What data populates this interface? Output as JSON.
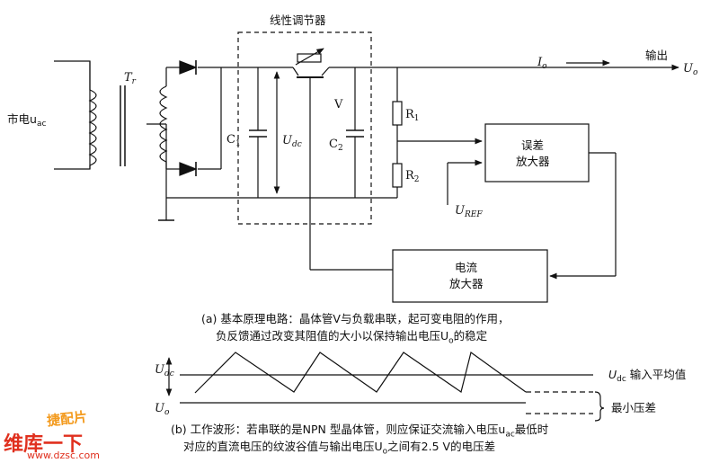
{
  "diagram": {
    "regulator_box_title": "线性调节器",
    "mains_label": "市电u",
    "mains_sub": "ac",
    "transformer_label": "T",
    "transformer_sub": "r",
    "c1_label": "C",
    "c1_sub": "1",
    "udc_label": "U",
    "udc_sub": "dc",
    "c2_label": "C",
    "c2_sub": "2",
    "transistor_label": "V",
    "r1_label": "R",
    "r1_sub": "1",
    "r2_label": "R",
    "r2_sub": "2",
    "io_label": "I",
    "io_sub": "o",
    "output_label": "输出",
    "uo_label": "U",
    "uo_sub": "o",
    "error_amp_line1": "误差",
    "error_amp_line2": "放大器",
    "uref_label": "U",
    "uref_sub": "REF",
    "current_amp_line1": "电流",
    "current_amp_line2": "放大器"
  },
  "caption_a": {
    "line1": "(a)  基本原理电路：晶体管V与负载串联，起可变电阻的作用，",
    "line2": "负反馈通过改变其阻值的大小以保持输出电压U",
    "line2_sub": "o",
    "line2_tail": "的稳定"
  },
  "waveform": {
    "udc_label": "U",
    "udc_sub": "dc",
    "uo_label": "U",
    "uo_sub": "o",
    "avg_label_prefix": "U",
    "avg_label_sub": "dc",
    "avg_label_tail": " 输入平均值",
    "min_diff_label": "最小压差"
  },
  "caption_b": {
    "line1": "(b) 工作波形：若串联的是NPN 型晶体管，则应保证交流输入电压u",
    "line1_sub": "ac",
    "line1_tail": "最低时",
    "line2": "对应的直流电压的纹波谷值与输出电压U",
    "line2_sub": "o",
    "line2_tail": "之间有2.5 V的电压差"
  },
  "watermark": {
    "top": "捷配片",
    "mid": "维库一下",
    "url": "www.dzsc.com"
  },
  "colors": {
    "line": "#111111",
    "watermark_red": "#e0301e",
    "watermark_orange": "#f39a1d"
  }
}
